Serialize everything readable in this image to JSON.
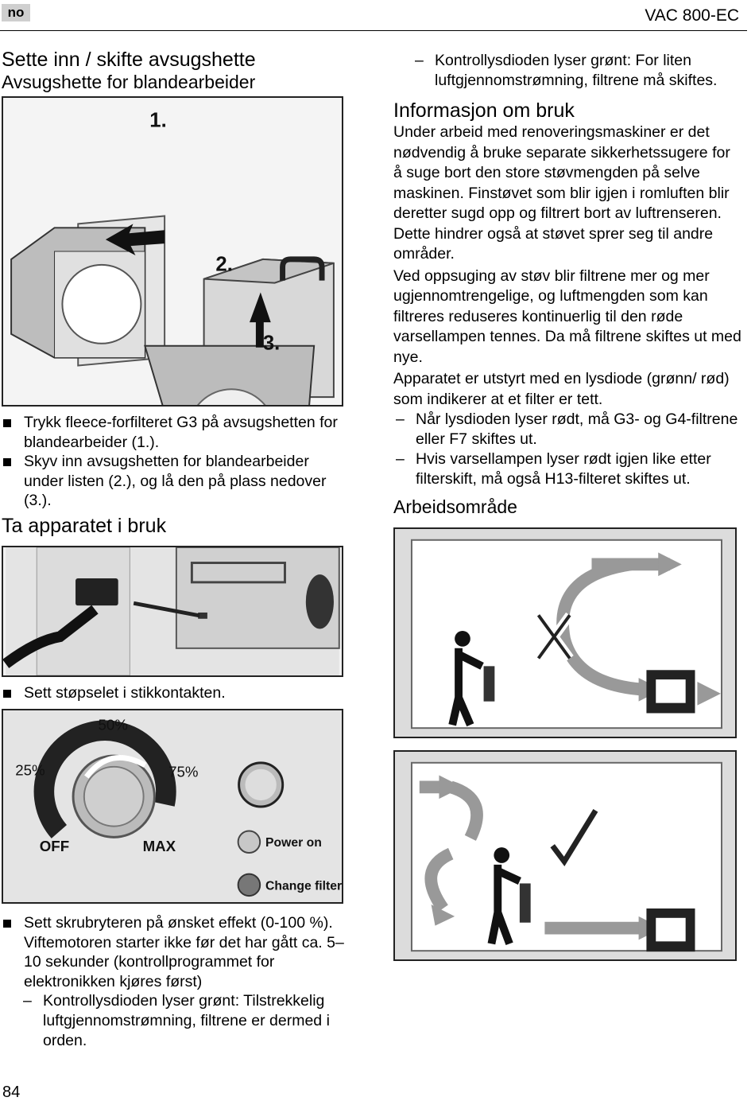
{
  "header": {
    "lang": "no",
    "model": "VAC 800-EC"
  },
  "left": {
    "title": "Sette inn / skifte avsugshette",
    "subtitle": "Avsugshette for blandearbeider",
    "fig1": {
      "step1": "1.",
      "step2": "2.",
      "step3": "3."
    },
    "bullets1": [
      "Trykk fleece-forfilteret G3 på avsugshetten for blandearbeider (1.).",
      "Skyv inn avsugshetten for blandearbeider under listen (2.), og lå den på plass nedover (3.)."
    ],
    "title2": "Ta apparatet i bruk",
    "bullet2": "Sett støpselet i stikkontakten.",
    "panel": {
      "off": "OFF",
      "p25": "25%",
      "p50": "50%",
      "p75": "75%",
      "max": "MAX",
      "power_on": "Power on",
      "change_filter": "Change filter"
    },
    "bullet3": "Sett skrubryteren på ønsket effekt (0-100 %). Viftemotoren starter ikke før det har gått ca. 5–10 sekunder (kontrollprogrammet for elektronikken kjøres først)",
    "dash1": "Kontrollysdioden lyser grønt: Tilstrekkelig luftgjennomstrømning, filtrene er dermed i orden."
  },
  "right": {
    "dash_top": "Kontrollysdioden lyser grønt: For liten luftgjennomstrømning, filtrene må skiftes.",
    "info_title": "Informasjon om bruk",
    "para1": "Under arbeid med renoveringsmaskiner er det nødvendig å bruke separate sikkerhetssugere for å suge bort den store støvmengden på selve maskinen. Finstøvet som blir igjen i romluften blir deretter sugd opp og filtrert bort av luftrenseren. Dette hindrer også at støvet sprer seg til andre områder.",
    "para2": "Ved oppsuging av støv blir filtrene mer og mer ugjennomtrengelige, og luftmengden som kan filtreres reduseres kontinuerlig til den røde varsellampen tennes. Da må filtrene skiftes ut med nye.",
    "para3": "Apparatet er utstyrt med en lysdiode (grønn/ rød) som indikerer at et filter er tett.",
    "dashes": [
      "Når lysdioden lyser rødt, må G3- og G4-filtrene eller F7 skiftes ut.",
      "Hvis varsellampen lyser rødt igjen like etter filterskift, må også H13-filteret skiftes ut."
    ],
    "area_title": "Arbeidsområde"
  },
  "footer": {
    "page": "84"
  }
}
